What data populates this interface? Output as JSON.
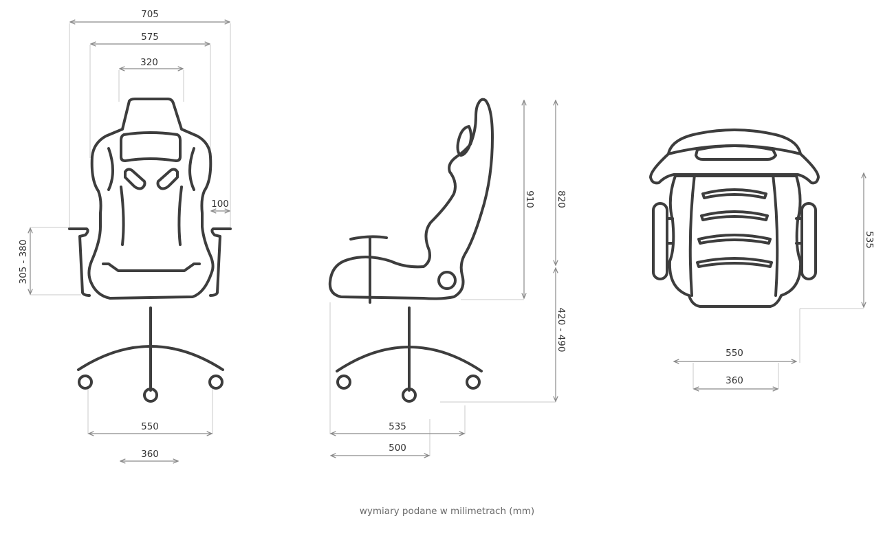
{
  "caption": "wymiary podane w milimetrach (mm)",
  "front": {
    "width_outer": "705",
    "width_seat": "575",
    "width_headrest": "320",
    "armrest_width": "100",
    "armrest_height": "305 - 380",
    "base_outer": "550",
    "base_inner": "360"
  },
  "side": {
    "back_height": "910",
    "back_to_armrest": "820",
    "seat_height": "420 - 490",
    "base_depth": "535",
    "seat_depth": "500"
  },
  "top": {
    "depth": "535",
    "width_outer": "550",
    "width_inner": "360"
  },
  "colors": {
    "line": "#3d3d3d",
    "dimension": "#8a8a8a",
    "text": "#333333"
  }
}
